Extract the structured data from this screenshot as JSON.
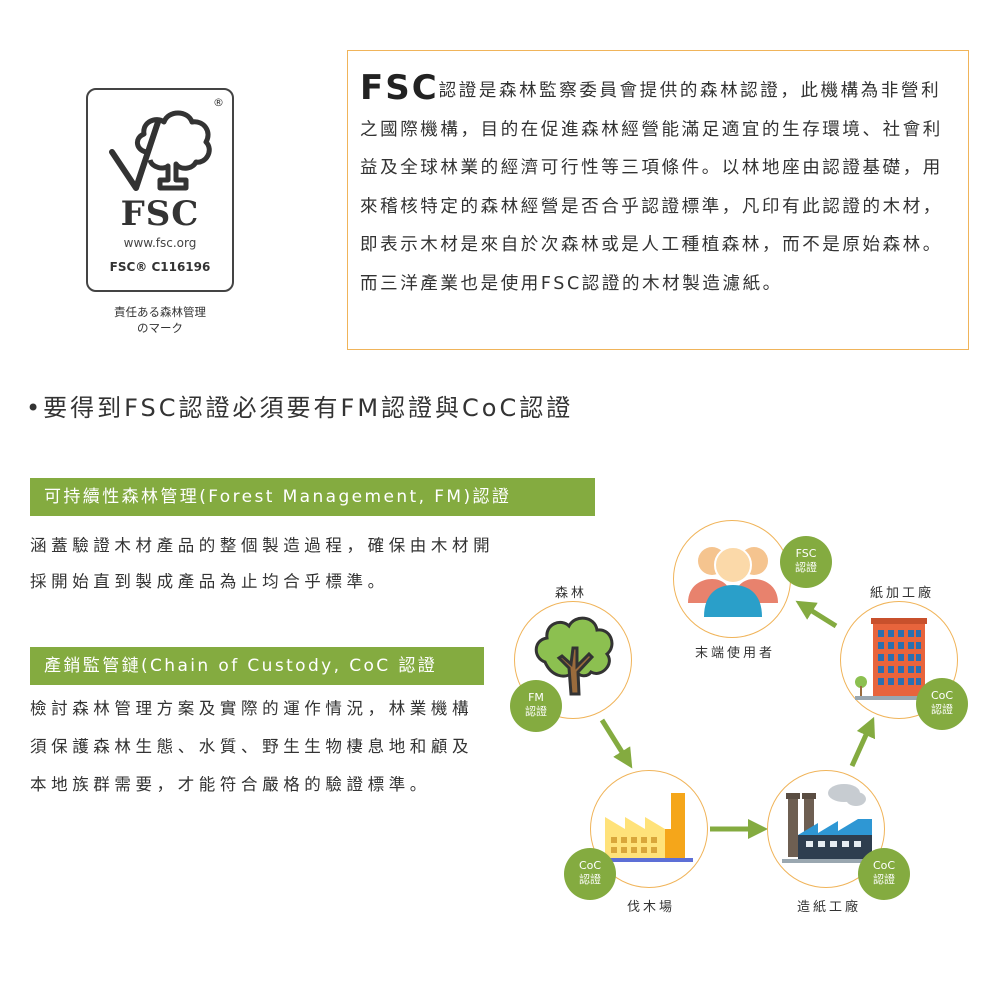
{
  "logo": {
    "registered": "®",
    "name": "FSC",
    "url": "www.fsc.org",
    "code": "FSC® C116196",
    "caption_line1": "責任ある森林管理",
    "caption_line2": "のマーク"
  },
  "intro": {
    "lead": "FSC",
    "text": "認證是森林監察委員會提供的森林認證，此機構為非營利之國際機構，目的在促進森林經營能滿足適宜的生存環境、社會利益及全球林業的經濟可行性等三項條件。以林地座由認證基礎，用來稽核特定的森林經營是否合乎認證標準，凡印有此認證的木材，即表示木材是來自於次森林或是人工種植森林，而不是原始森林。",
    "text2": "而三洋產業也是使用FSC認證的木材製造濾紙。"
  },
  "bullet": {
    "mark": "•",
    "title": "要得到FSC認證必須要有FM認證與CoC認證"
  },
  "fm": {
    "title": "可持續性森林管理(Forest Management, FM)認證",
    "desc": "涵蓋驗證木材產品的整個製造過程，確保由木材開採開始直到製成產品為止均合乎標準。"
  },
  "coc": {
    "title": "產銷監管鏈(Chain of Custody, CoC 認證",
    "desc": "檢討森林管理方案及實際的運作情況，林業機構須保護森林生態、水質、野生生物棲息地和顧及本地族群需要，才能符合嚴格的驗證標準。"
  },
  "diagram": {
    "forest": {
      "label": "森林",
      "badge_line1": "FM",
      "badge_line2": "認證"
    },
    "end_user": {
      "label": "末端使用者",
      "badge_line1": "FSC",
      "badge_line2": "認證"
    },
    "paper_factory": {
      "label": "紙加工廠",
      "badge_line1": "CoC",
      "badge_line2": "認證"
    },
    "logging": {
      "label": "伐木場",
      "badge_line1": "CoC",
      "badge_line2": "認證"
    },
    "paper_mill": {
      "label": "造紙工廠",
      "badge_line1": "CoC",
      "badge_line2": "認證"
    },
    "colors": {
      "green": "#84ab40",
      "orange_border": "#f0b45a",
      "blue_person": "#2a9fc9",
      "peach": "#f5c48f"
    }
  }
}
